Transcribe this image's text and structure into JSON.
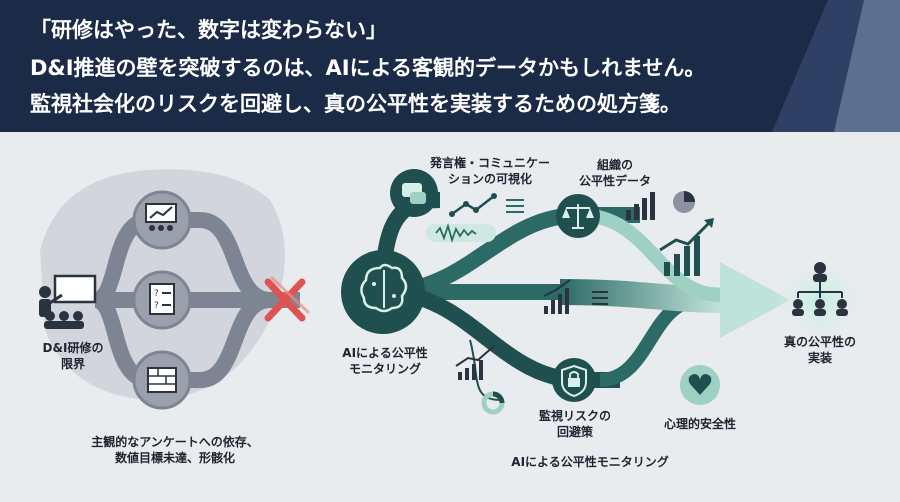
{
  "header": {
    "line1": "「研修はやった、数字は変わらない」",
    "line2": "D&I推進の壁を突破するのは、AIによる客観的データかもしれません。",
    "line3": "監視社会化のリスクを回避し、真の公平性を実装するための処方箋。"
  },
  "left": {
    "limit_label": "D&I研修の\n限界",
    "caption": "主観的なアンケートへの依存、\n数値目標未達、形骸化"
  },
  "center": {
    "ai_label": "AIによる公平性\nモニタリング",
    "communication_label": "発言権・コミュニケー\nションの可視化",
    "org_label": "組織の\n公平性データ",
    "surveillance_label": "監視リスクの\n回避策",
    "psych_label": "心理的安全性",
    "bottom_label": "AIによる公平性モニタリング"
  },
  "right": {
    "goal_label": "真の公平性の\n実装"
  },
  "colors": {
    "navy": "#1b2a47",
    "teal_dark": "#1f4f4f",
    "teal_light": "#9fd0c4",
    "gray": "#8b93a1",
    "red": "#e05252"
  }
}
